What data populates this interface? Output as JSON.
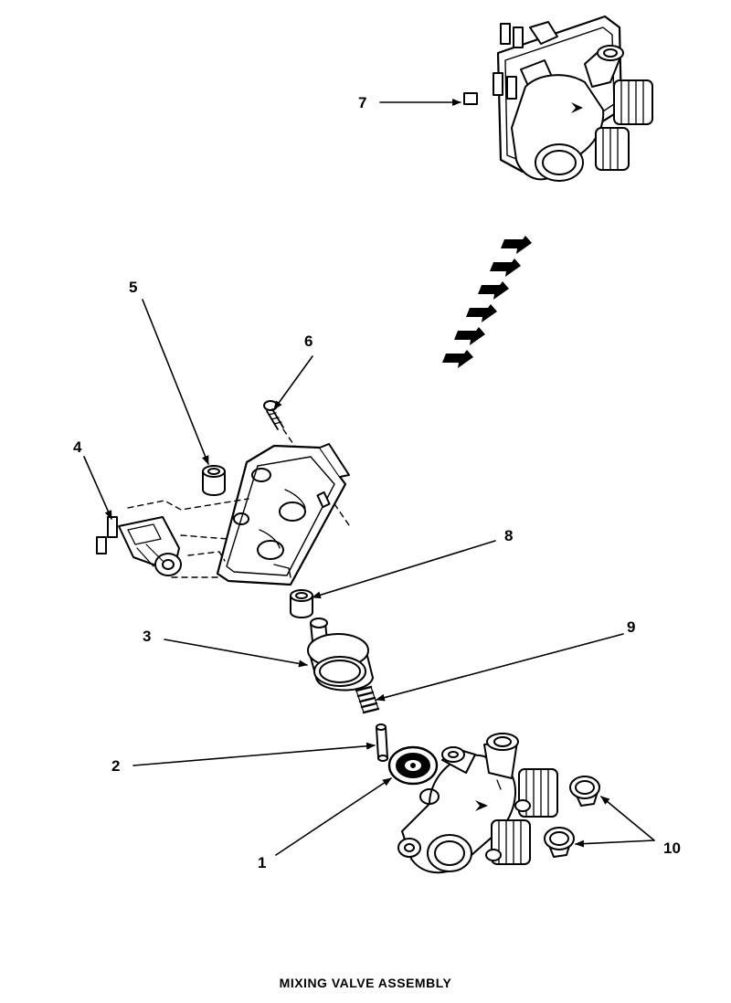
{
  "diagram": {
    "title": "MIXING VALVE ASSEMBLY",
    "callouts": [
      "1",
      "2",
      "3",
      "4",
      "5",
      "6",
      "7",
      "8",
      "9",
      "10"
    ]
  }
}
